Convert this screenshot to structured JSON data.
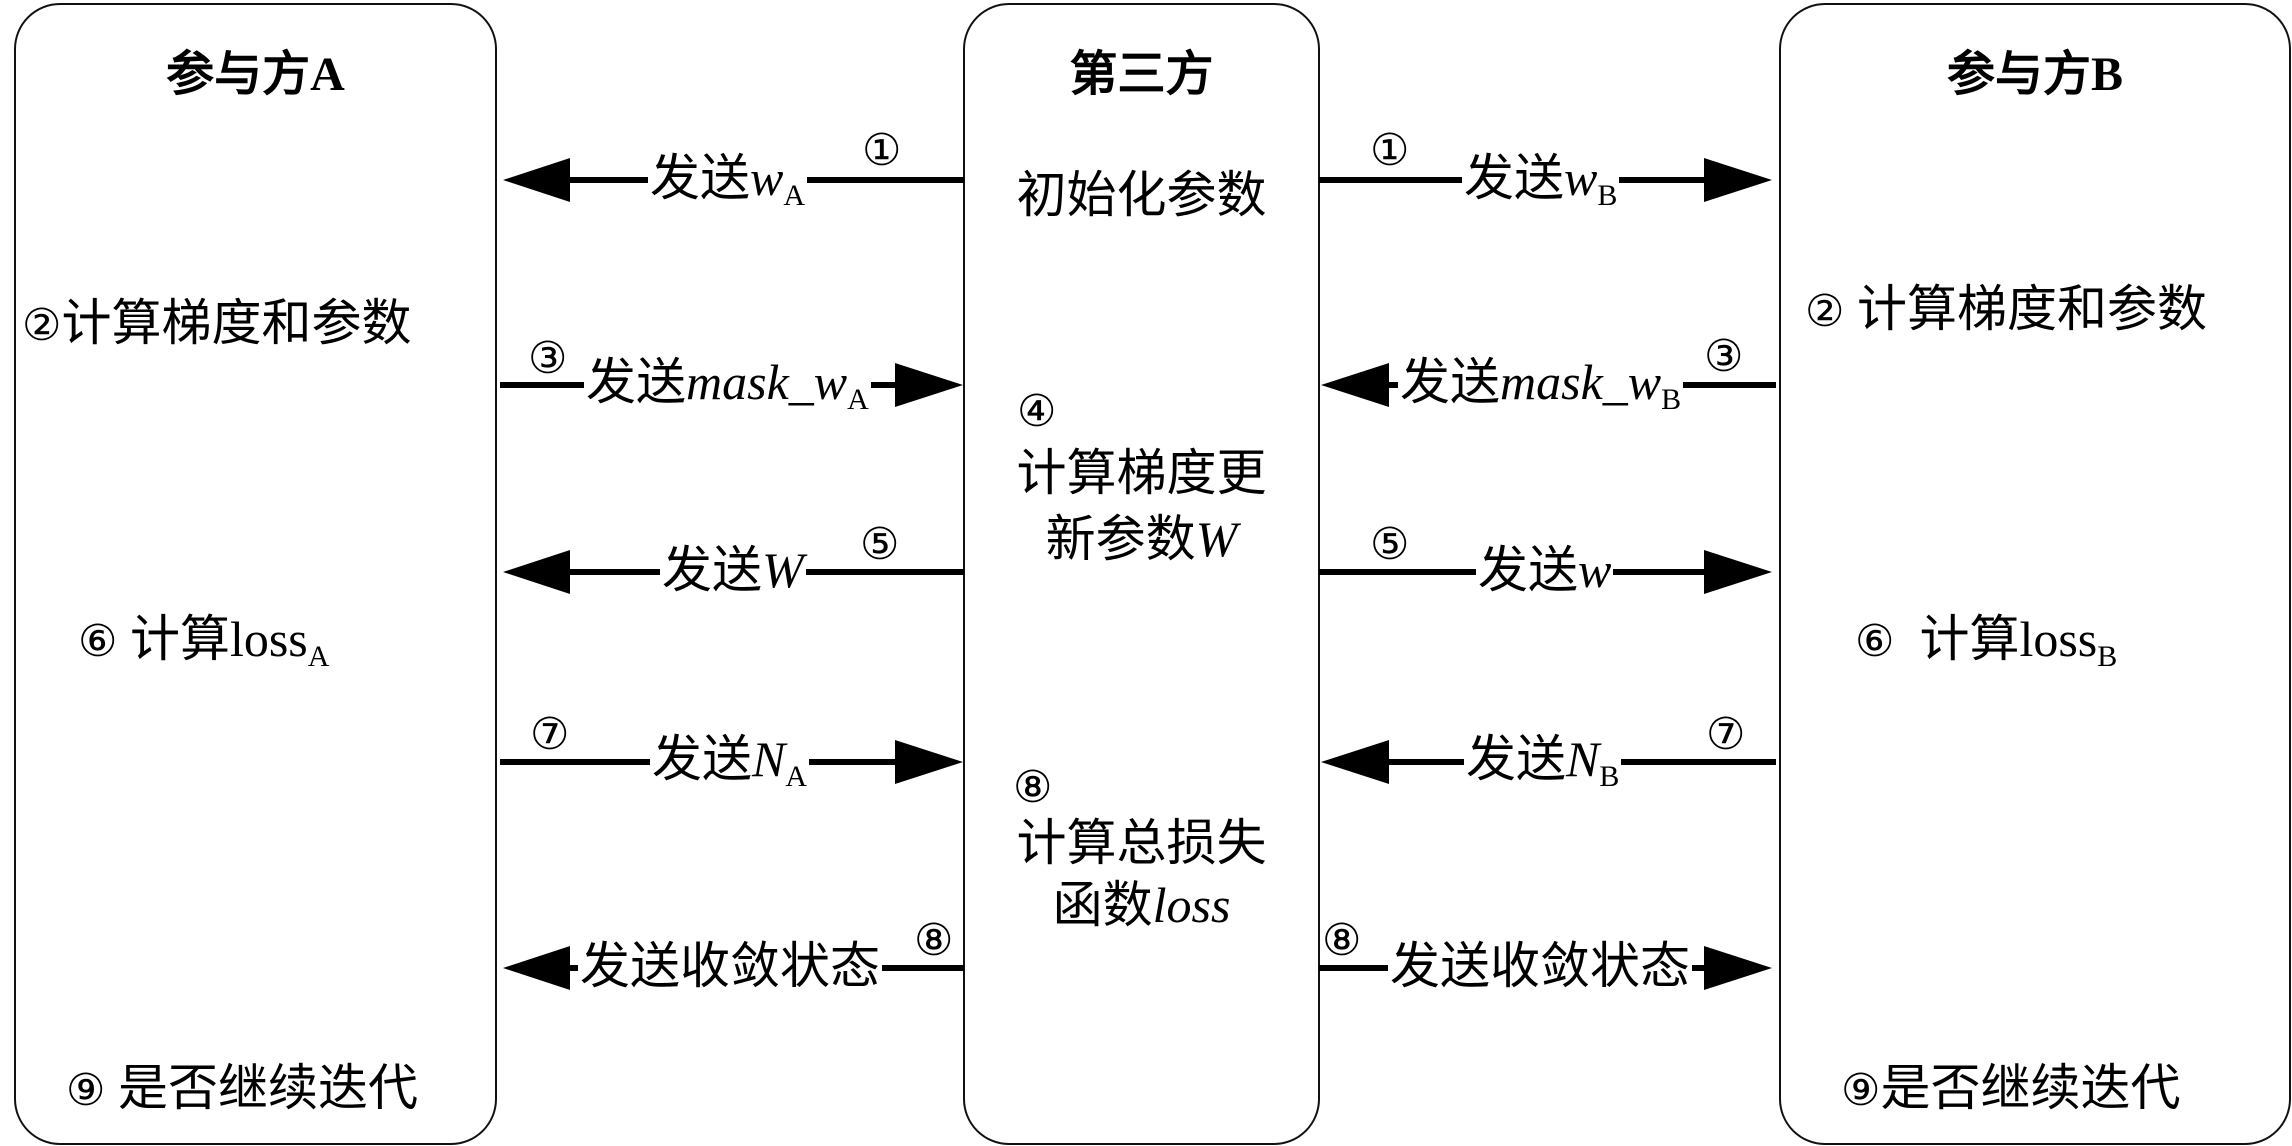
{
  "party_a": {
    "title": "参与方A",
    "step2": {
      "num": "②",
      "text": "计算梯度和参数"
    },
    "step6": {
      "num": "⑥",
      "text": "计算loss",
      "sub": "A"
    },
    "step9": {
      "num": "⑨",
      "text": "是否继续迭代"
    }
  },
  "third_party": {
    "title": "第三方",
    "init": "初始化参数",
    "step4": {
      "num": "④",
      "line1": "计算梯度更",
      "line2": "新参数",
      "line2_var": "W"
    },
    "step8": {
      "num": "⑧",
      "line1": "计算总损失",
      "line2": "函数",
      "line2_var": "loss"
    }
  },
  "party_b": {
    "title": "参与方B",
    "step2": {
      "num": "②",
      "text": "计算梯度和参数"
    },
    "step6": {
      "num": "⑥",
      "text": "计算loss",
      "sub": "B"
    },
    "step9": {
      "num": "⑨",
      "text": "是否继续迭代"
    }
  },
  "arrows": {
    "a1": {
      "num": "①",
      "prefix": "发送",
      "var": "w",
      "sub": "A",
      "direction": "to-A"
    },
    "b1": {
      "num": "①",
      "prefix": "发送",
      "var": "w",
      "sub": "B",
      "direction": "to-B"
    },
    "a3": {
      "num": "③",
      "prefix": "发送",
      "var": "mask_w",
      "sub": "A",
      "direction": "to-third"
    },
    "b3": {
      "num": "③",
      "prefix": "发送",
      "var": "mask_w",
      "sub": "B",
      "direction": "to-third"
    },
    "a5": {
      "num": "⑤",
      "prefix": "发送",
      "var": "W",
      "sub": "",
      "direction": "to-A"
    },
    "b5": {
      "num": "⑤",
      "prefix": "发送",
      "var": "w",
      "sub": "",
      "direction": "to-B"
    },
    "a7": {
      "num": "⑦",
      "prefix": "发送",
      "var": "N",
      "sub": "A",
      "direction": "to-third"
    },
    "b7": {
      "num": "⑦",
      "prefix": "发送",
      "var": "N",
      "sub": "B",
      "direction": "to-third"
    },
    "a8": {
      "num": "⑧",
      "prefix": "发送收敛状态",
      "var": "",
      "sub": "",
      "direction": "to-A"
    },
    "b8": {
      "num": "⑧",
      "prefix": "发送收敛状态",
      "var": "",
      "sub": "",
      "direction": "to-B"
    }
  }
}
